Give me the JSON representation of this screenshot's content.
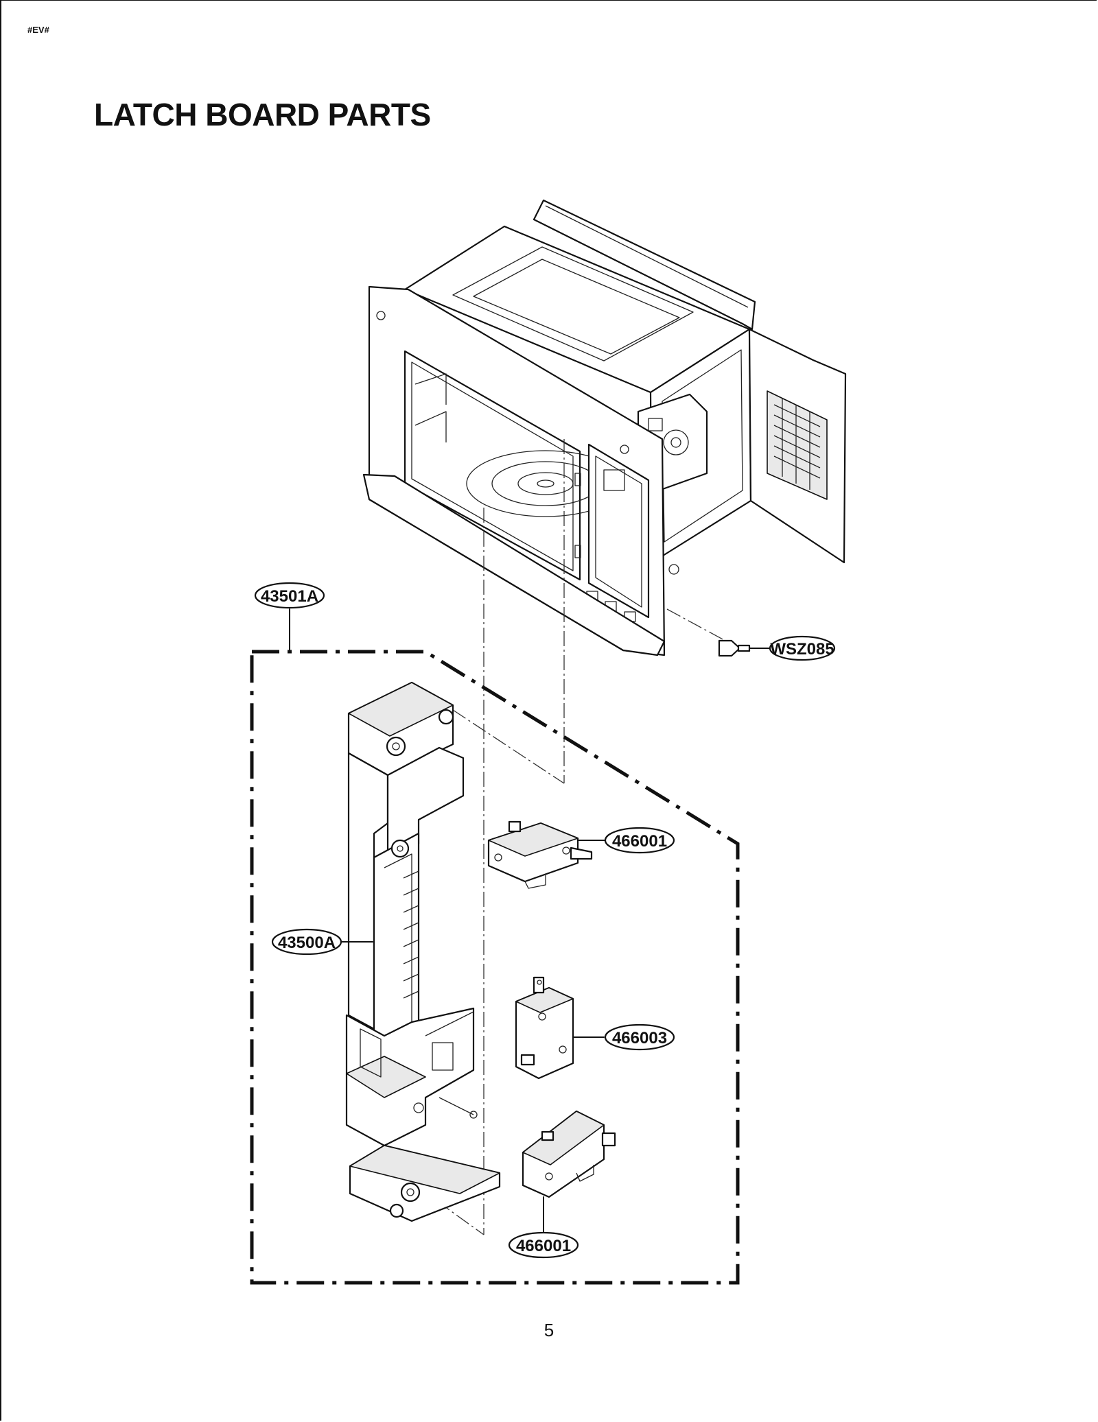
{
  "header": {
    "doc_code": "#EV#",
    "title": "LATCH BOARD PARTS"
  },
  "footer": {
    "page_number": "5"
  },
  "callouts": {
    "latch_board_assembly": "43501A",
    "latch_board": "43500A",
    "screw": "WSZ085",
    "switch_upper": "466001",
    "switch_middle": "466003",
    "switch_lower": "466001"
  },
  "icons": [
    "microwave-cavity-icon",
    "latch-board-icon",
    "micro-switch-icon",
    "screw-icon"
  ]
}
